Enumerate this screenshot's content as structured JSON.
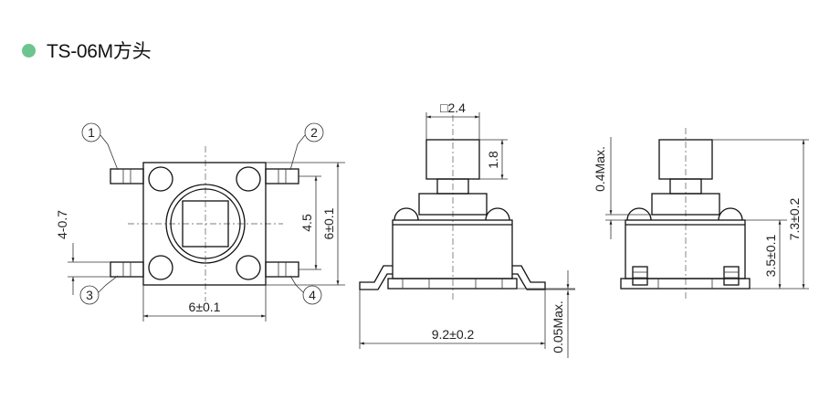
{
  "title": "TS-06M方头",
  "colors": {
    "bullet": "#6cc58e",
    "line": "#111111"
  },
  "top_view": {
    "pin_labels": [
      "1",
      "2",
      "3",
      "4"
    ],
    "dim_width": "6±0.1",
    "dim_height": "6±0.1",
    "dim_pin_pitch": "4.5",
    "dim_pin_width": "4-0.7"
  },
  "front_view": {
    "dim_actuator_square": "□2.4",
    "dim_actuator_height": "1.8",
    "dim_overall_width": "9.2±0.2",
    "dim_lead_offset": "0.05Max."
  },
  "side_view": {
    "dim_top_offset": "0.4Max.",
    "dim_body_height": "3.5±0.1",
    "dim_total_height": "7.3±0.2"
  }
}
